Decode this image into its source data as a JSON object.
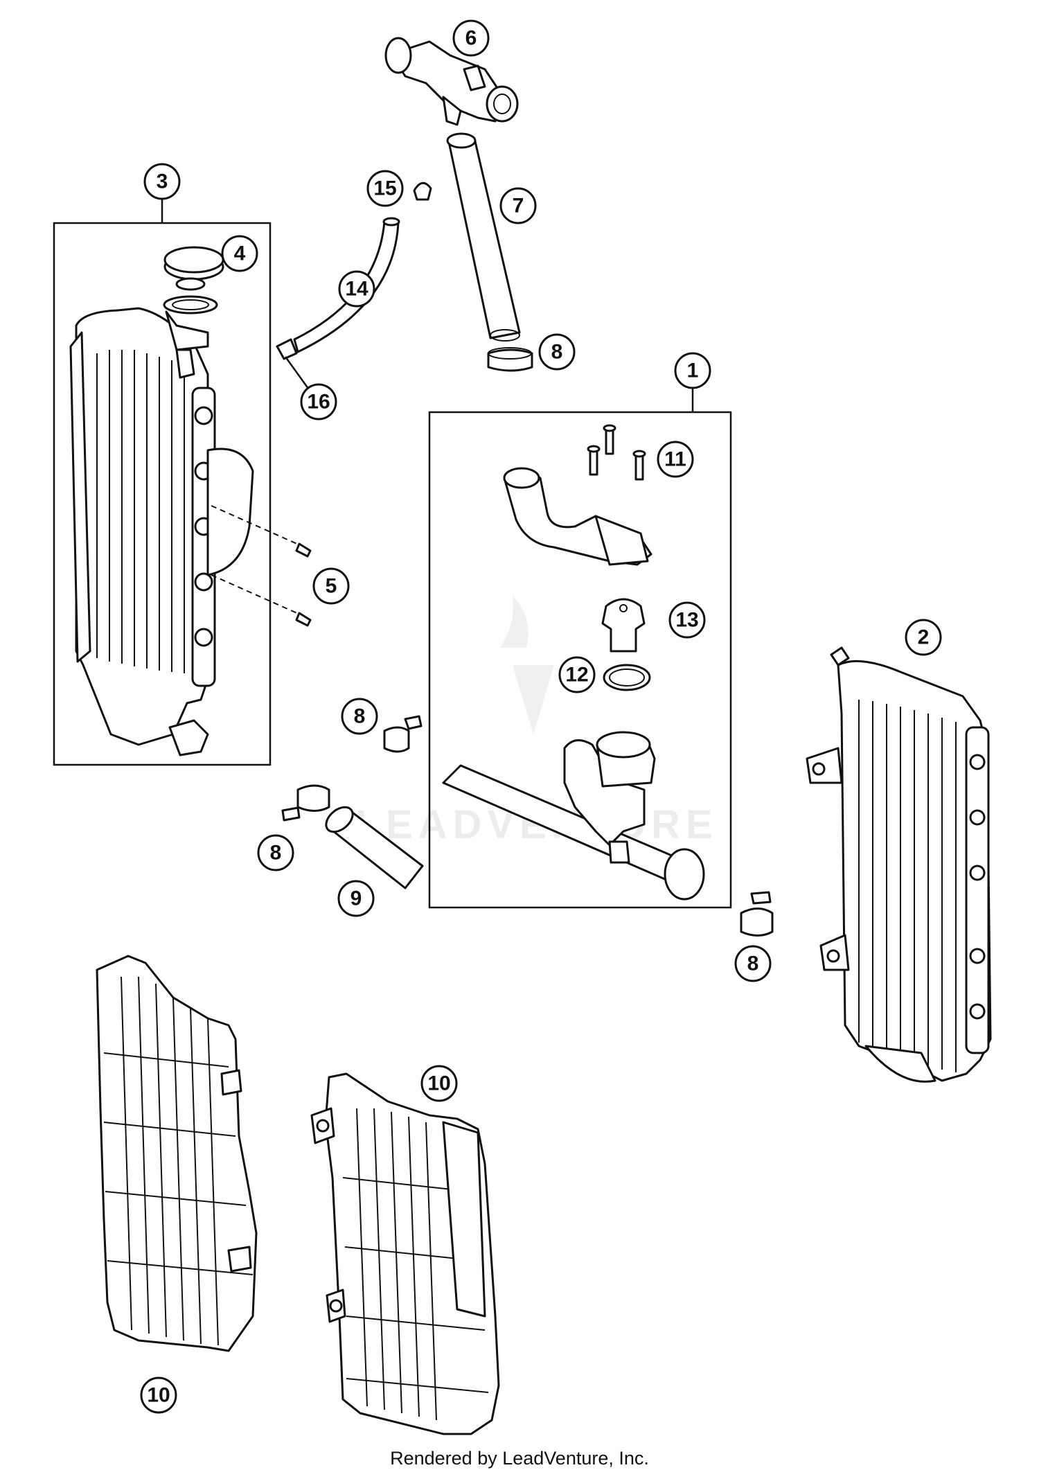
{
  "callouts": {
    "c1": "1",
    "c2": "2",
    "c3": "3",
    "c4": "4",
    "c5": "5",
    "c6": "6",
    "c7": "7",
    "c8a": "8",
    "c8b": "8",
    "c8c": "8",
    "c8d": "8",
    "c9": "9",
    "c10a": "10",
    "c10b": "10",
    "c11": "11",
    "c12": "12",
    "c13": "13",
    "c14": "14",
    "c15": "15",
    "c16": "16"
  },
  "watermark": "LEADVENTURE",
  "footer": "Rendered by LeadVenture, Inc."
}
